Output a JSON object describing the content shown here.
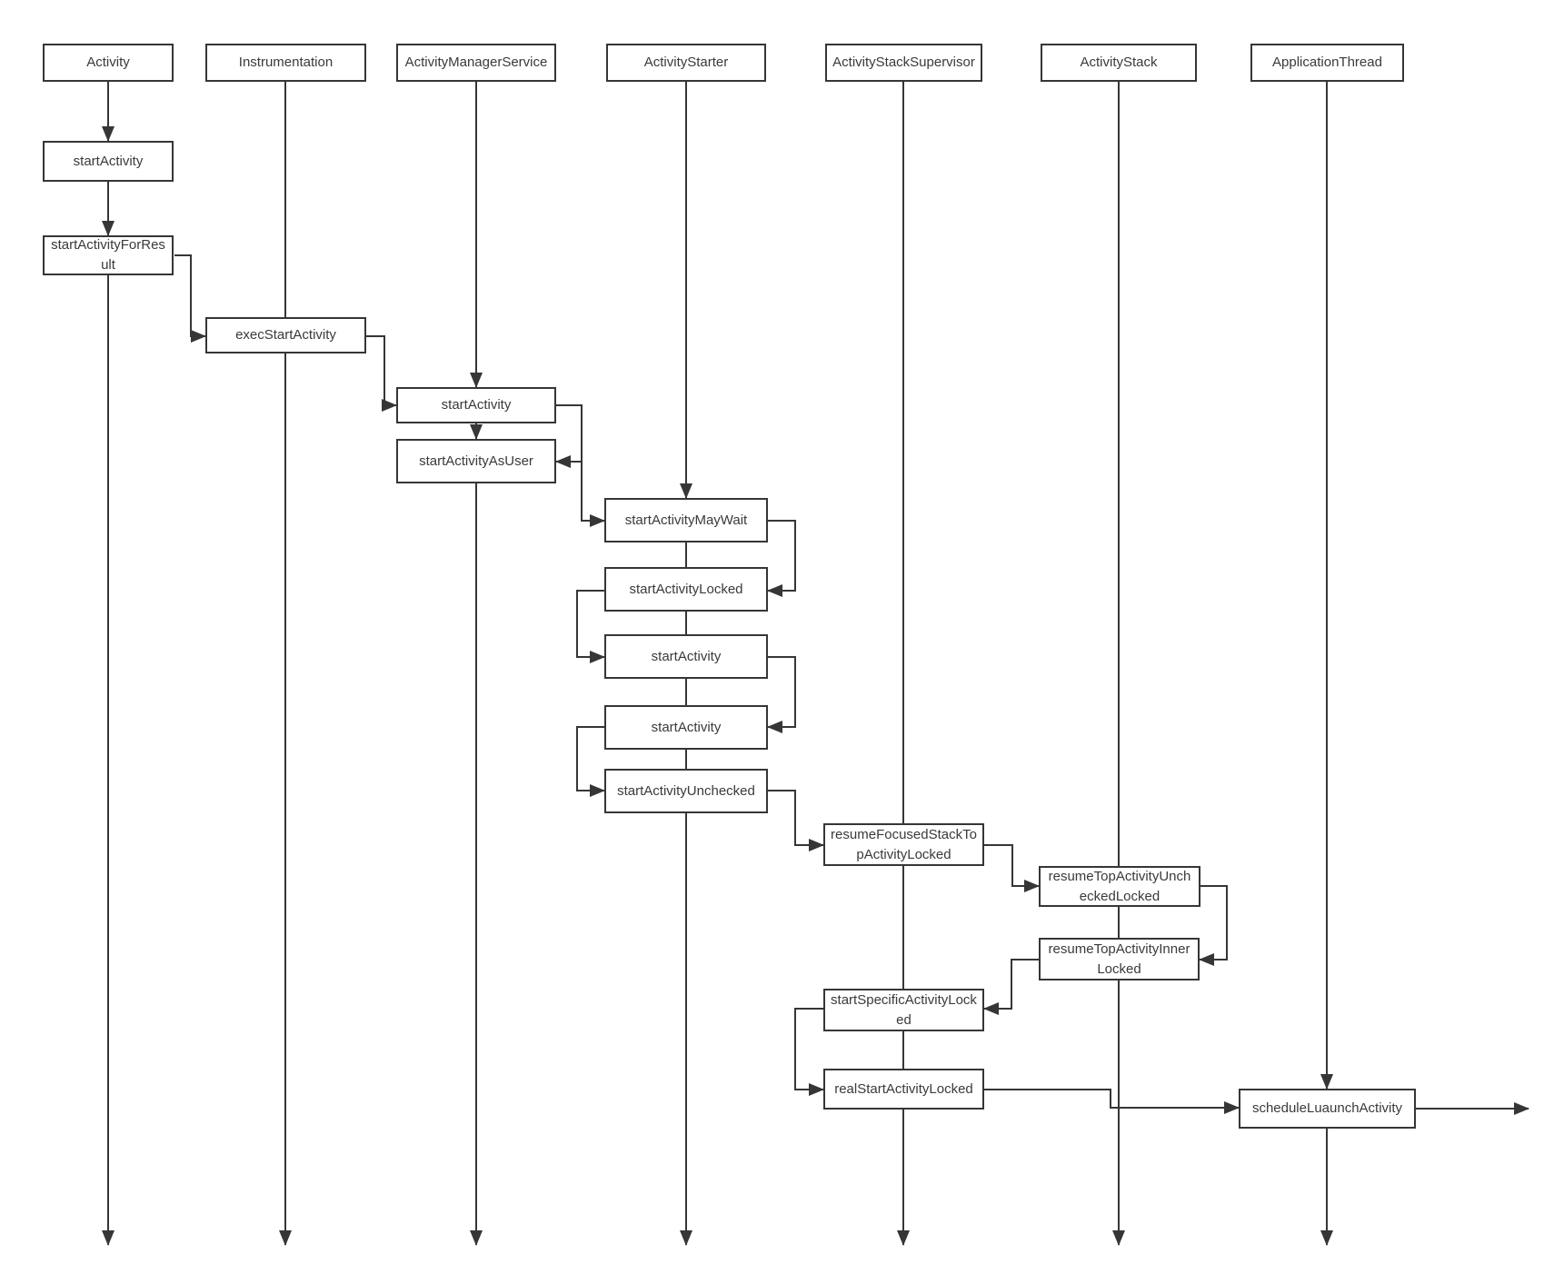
{
  "participants": [
    {
      "label": "Activity"
    },
    {
      "label": "Instrumentation"
    },
    {
      "label": "ActivityManagerService"
    },
    {
      "label": "ActivityStarter"
    },
    {
      "label": "ActivityStackSupervisor"
    },
    {
      "label": "ActivityStack"
    },
    {
      "label": "ApplicationThread"
    }
  ],
  "calls": [
    {
      "label": "startActivity"
    },
    {
      "label": "startActivityForResult"
    },
    {
      "label": "execStartActivity"
    },
    {
      "label": "startActivity"
    },
    {
      "label": "startActivityAsUser"
    },
    {
      "label": "startActivityMayWait"
    },
    {
      "label": "startActivityLocked"
    },
    {
      "label": "startActivity"
    },
    {
      "label": "startActivity"
    },
    {
      "label": "startActivityUnchecked"
    },
    {
      "label": "resumeFocusedStackTopActivityLocked"
    },
    {
      "label": "resumeTopActivityUncheckedLocked"
    },
    {
      "label": "resumeTopActivityInnerLocked"
    },
    {
      "label": "startSpecificActivityLocked"
    },
    {
      "label": "realStartActivityLocked"
    },
    {
      "label": "scheduleLuaunchActivity"
    }
  ],
  "colors": {
    "line": "#363636",
    "box_border": "#363636",
    "text": "#3a3a3a",
    "background": "#ffffff"
  }
}
